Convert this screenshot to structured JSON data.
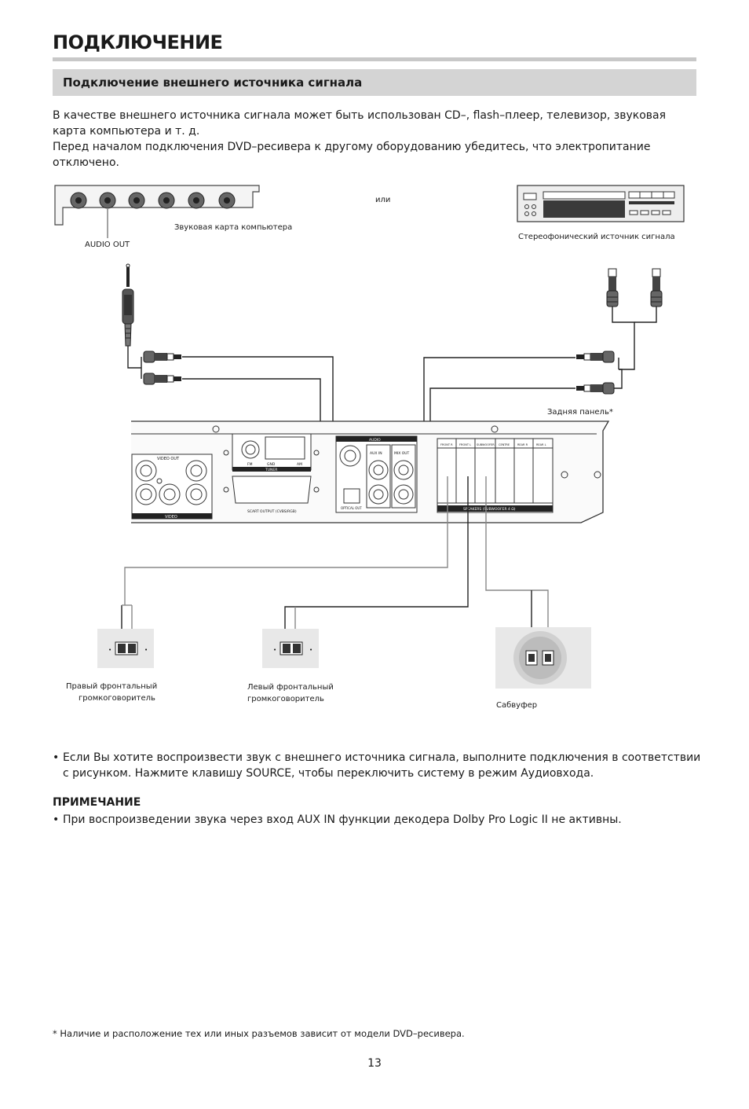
{
  "header": {
    "title": "ПОДКЛЮЧЕНИЕ"
  },
  "section": {
    "title": "Подключение внешнего источника сигнала"
  },
  "intro": {
    "line1": "В качестве внешнего источника сигнала может быть использован CD–, flash–плеер, телевизор, звуковая карта компьютера и т. д.",
    "line2": "Перед началом подключения DVD–ресивера к другому оборудованию убедитесь, что электропитание отключено."
  },
  "figure": {
    "or_label": "или",
    "sound_card": "Звуковая карта компьютера",
    "audio_out": "AUDIO OUT",
    "stereo_source": "Стереофонический источник сигнала",
    "rear_panel": "Задняя панель*",
    "right_front_1": "Правый фронтальный",
    "right_front_2": "громкоговоритель",
    "left_front_1": "Левый фронтальный",
    "left_front_2": "громкоговоритель",
    "subwoofer": "Сабвуфер",
    "panel": {
      "video_out": "VIDEO OUT",
      "video": "VIDEO",
      "tuner": "TUNER",
      "fm": "FM",
      "gnd": "GND",
      "am": "AM",
      "scart": "SCART OUTPUT (CVBS/RGB)",
      "audio": "AUDIO",
      "aux_in": "AUX IN",
      "mix_out": "MIX OUT",
      "optical": "OPTICAL OUT",
      "speakers": "SPEAKERS (SUBWOOFER 4 Ω)",
      "sp_labels": [
        "FRONT R",
        "FRONT L",
        "SUBWOOFER",
        "CENTRE",
        "REAR R",
        "REAR L"
      ]
    }
  },
  "bullets": [
    "Если Вы хотите воспроизвести звук с внешнего источника сигнала, выполните подключения в соответствии с рисунком. Нажмите клавишу SOURCE, чтобы переключить систему в режим Аудиовхода."
  ],
  "note": {
    "heading": "ПРИМЕЧАНИЕ",
    "items": [
      "При воспроизведении звука через вход AUX IN функции декодера Dolby Pro Logic II не активны."
    ]
  },
  "footnote": "* Наличие и расположение тех или иных разъемов зависит от модели DVD–ресивера.",
  "page_number": "13"
}
